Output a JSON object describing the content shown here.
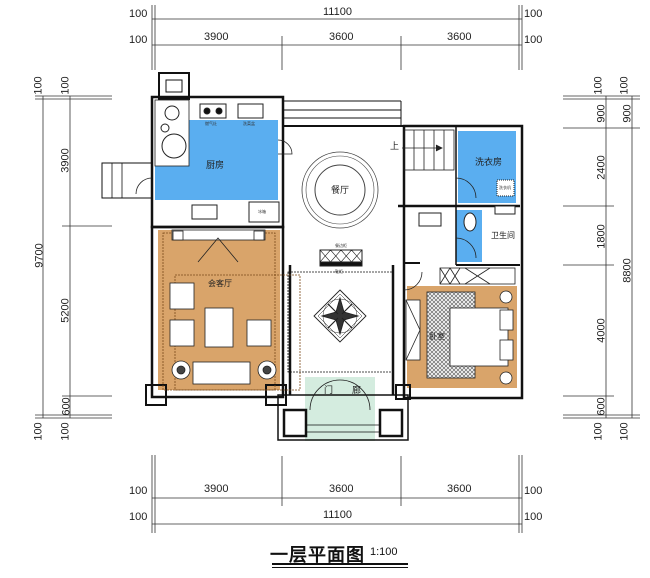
{
  "drawing": {
    "title": "一层平面图",
    "scale": "1:100"
  },
  "colors": {
    "kitchen_blue": "#5aaef0",
    "living_tan": "#d9a46a",
    "entry_mint": "#d4ecdf",
    "wall": "#111111",
    "dim_line": "#333333"
  },
  "dimensions": {
    "top": {
      "total": "11100",
      "edge_left_1": "100",
      "edge_right_1": "100",
      "edge_left_2": "100",
      "edge_right_2": "100",
      "segments": [
        "3900",
        "3600",
        "3600"
      ]
    },
    "bottom": {
      "total": "11100",
      "edge_left_1": "100",
      "edge_right_1": "100",
      "edge_left_2": "100",
      "edge_right_2": "100",
      "segments": [
        "3900",
        "3600",
        "3600"
      ]
    },
    "left": {
      "total": "9700",
      "top_outer": "100",
      "top_inner": "100",
      "bottom_outer": "100",
      "bottom_inner": "100",
      "segments": [
        "3900",
        "5200",
        "600"
      ]
    },
    "right": {
      "total": "8800",
      "top_outer": "100",
      "top_inner": "100",
      "top_outer_900": "900",
      "bottom_outer": "100",
      "bottom_inner": "100",
      "segments": [
        "900",
        "2400",
        "1800",
        "4000",
        "600"
      ]
    }
  },
  "rooms": {
    "kitchen": "厨房",
    "dining": "餐厅",
    "laundry": "洗衣房",
    "bathroom": "卫生间",
    "living": "会客厅",
    "bedroom": "卧室",
    "entry_left": "门",
    "entry_right": "廊",
    "stairs_up": "上"
  },
  "fixtures": {
    "stove": "燃气灶",
    "sink": "洗菜盆",
    "fridge": "冰箱",
    "washer": "洗衣机",
    "sideboard": "餐边柜",
    "shoe_cabinet": "鞋柜"
  }
}
